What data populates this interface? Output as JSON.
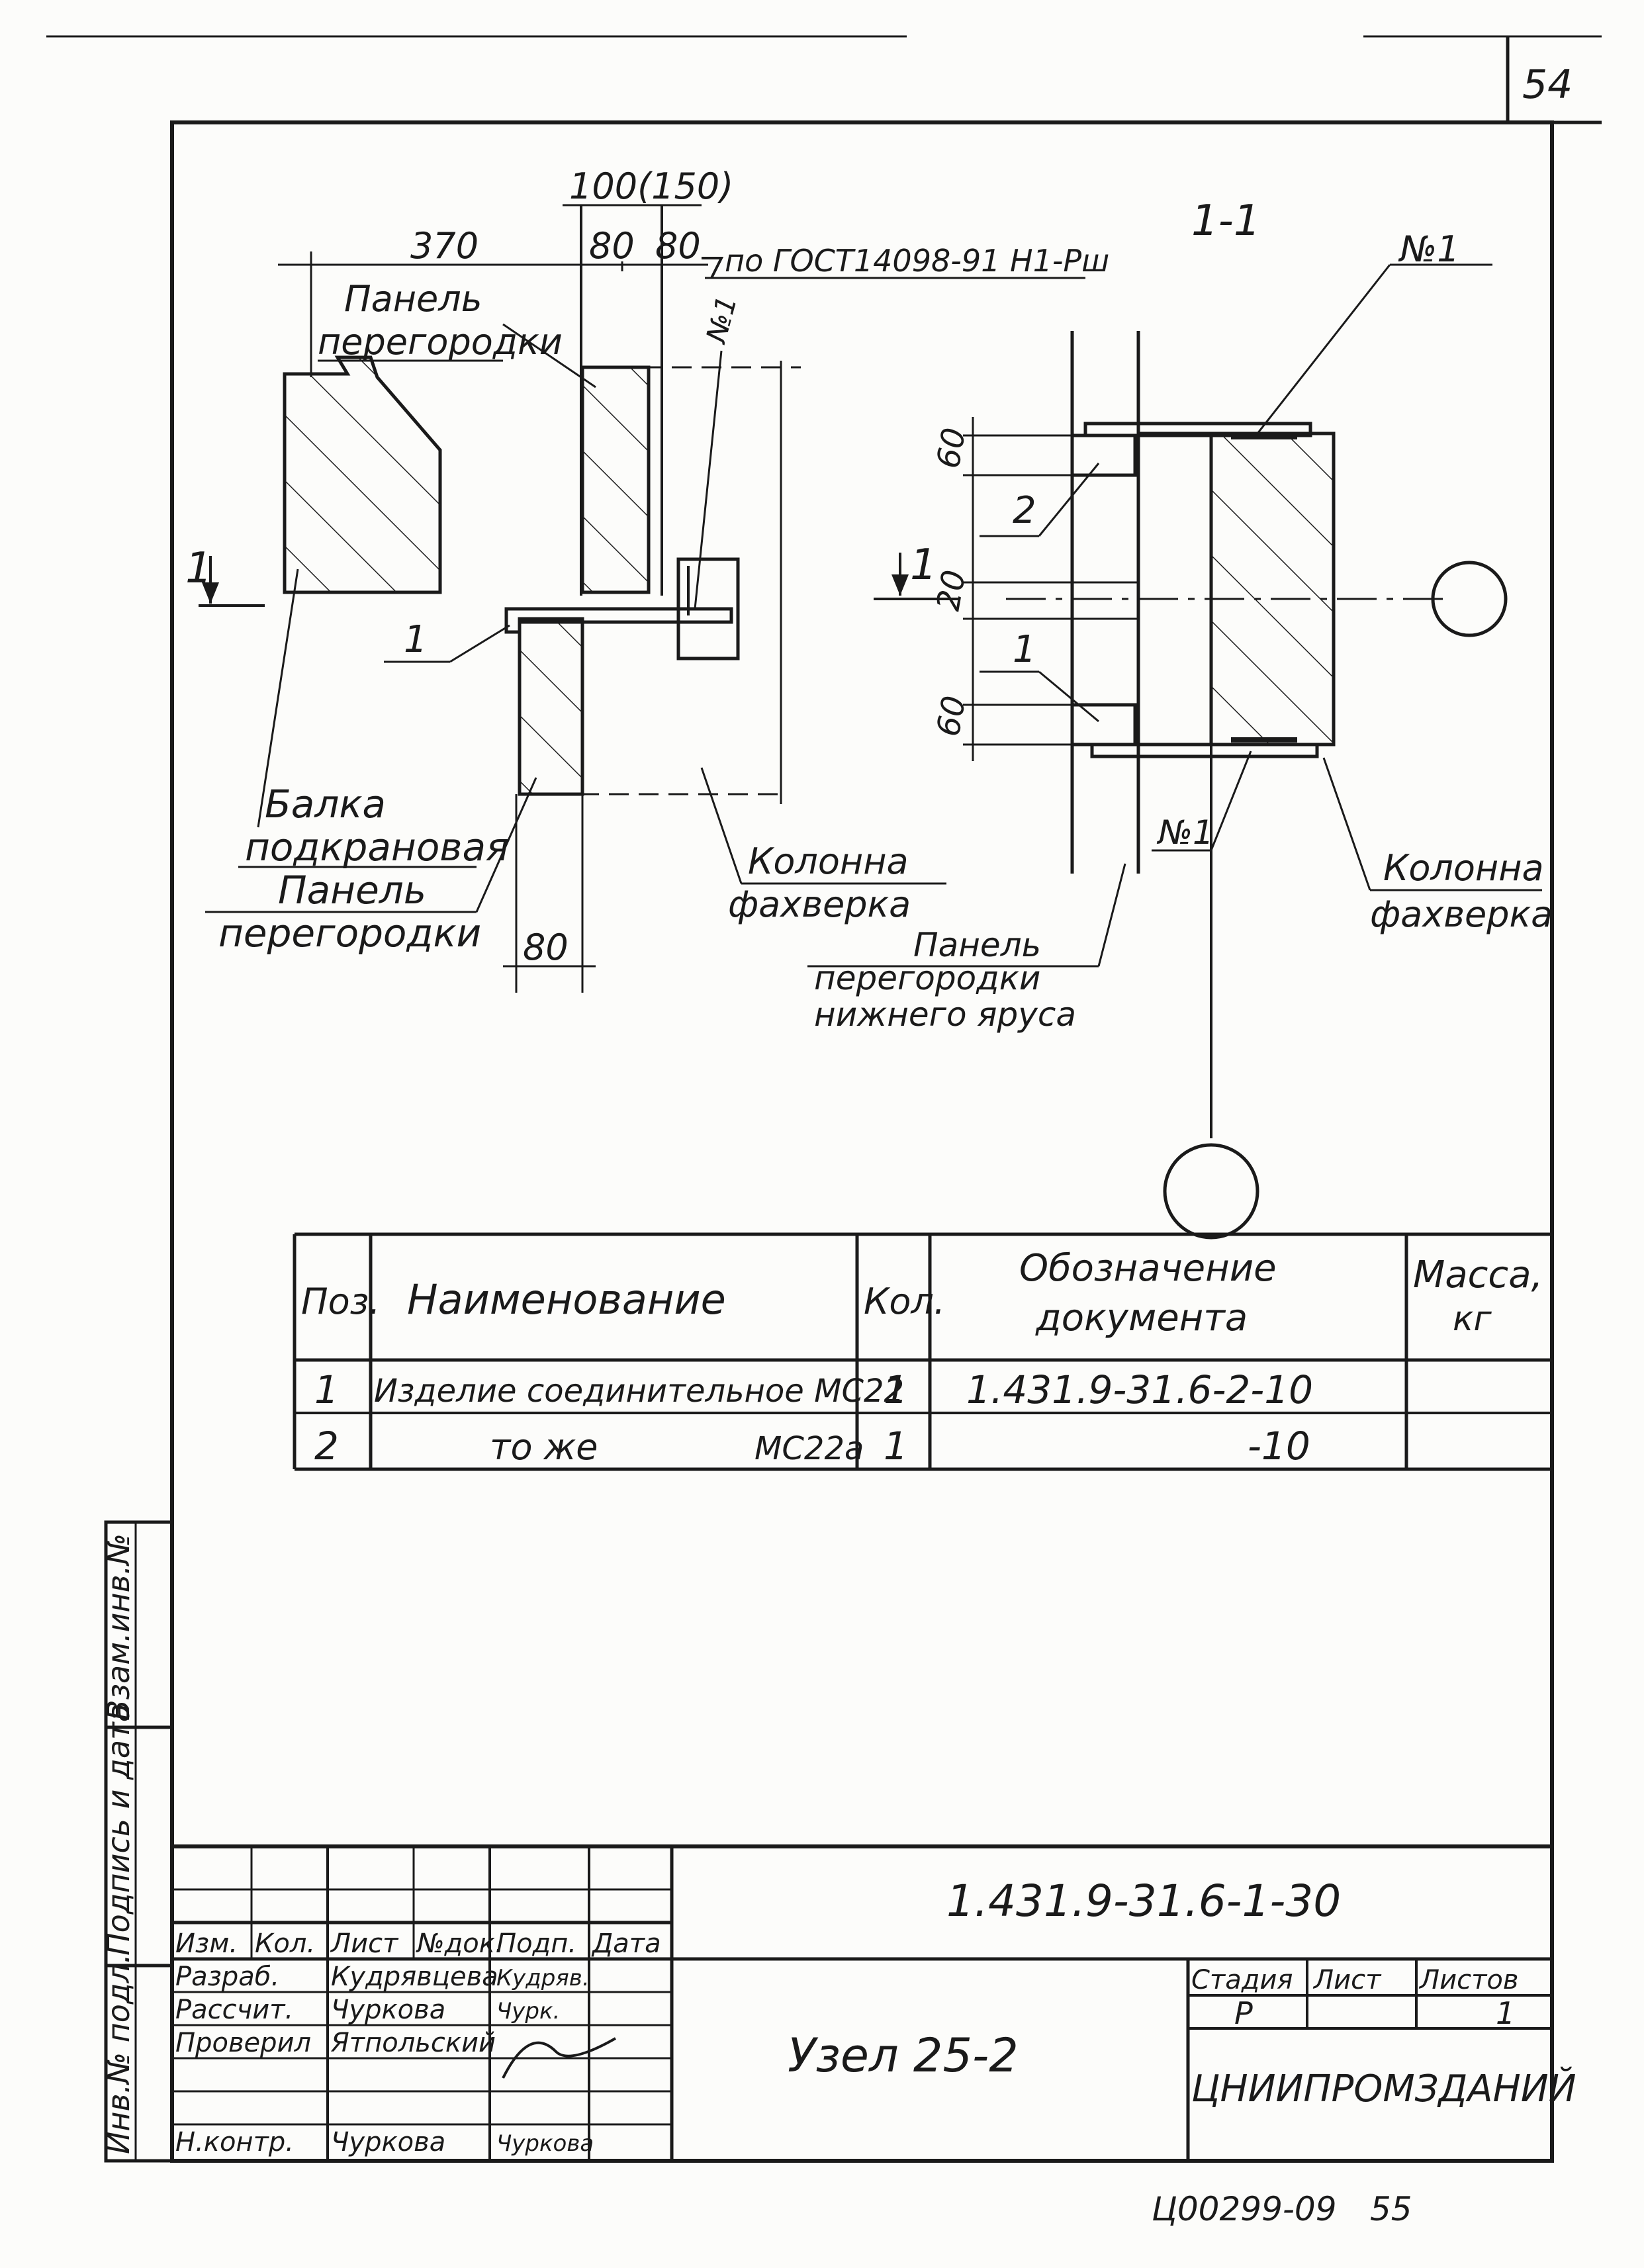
{
  "sheet_number": "54",
  "drawing": {
    "section_label": "1-1",
    "left_view": {
      "dim_100_150": "100(150)",
      "dim_370": "370",
      "dim_80_a": "80",
      "dim_80_b": "80",
      "dim_80_bottom": "80",
      "weld_note": "по ГОСТ14098-91 Н1-Рш",
      "weld_mark": "№1",
      "label_panel_top_1": "Панель",
      "label_panel_top_2": "перегородки",
      "label_beam_1": "Балка",
      "label_beam_2": "подкрановая",
      "label_panel_bottom_1": "Панель",
      "label_panel_bottom_2": "перегородки",
      "label_column_1": "Колонна",
      "label_column_2": "фахверка",
      "pos_1": "1",
      "cut_mark": "1"
    },
    "right_view": {
      "weld_mark_top": "№1",
      "weld_mark_bottom": "№1",
      "dim_60_top": "60",
      "dim_20": "20",
      "dim_60_bottom": "60",
      "pos_2": "2",
      "pos_1": "1",
      "cut_mark": "1",
      "label_column_1": "Колонна",
      "label_column_2": "фахверка",
      "label_lower_panel_1": "Панель",
      "label_lower_panel_2": "перегородки",
      "label_lower_panel_3": "нижнего яруса"
    }
  },
  "spec_table": {
    "headers": {
      "pos": "Поз.",
      "name": "Наименование",
      "qty": "Кол.",
      "doc_1": "Обозначение",
      "doc_2": "документа",
      "mass_1": "Масса,",
      "mass_2": "кг"
    },
    "rows": [
      {
        "pos": "1",
        "name": "Изделие соединительное МС22",
        "qty": "1",
        "doc": "1.431.9-31.6-2-10",
        "mass": ""
      },
      {
        "pos": "2",
        "name": "то же",
        "name_mark": "МС22а",
        "qty": "1",
        "doc": "-10",
        "mass": ""
      }
    ]
  },
  "side_stamp": {
    "cell_1": "Взам.инв.№",
    "cell_2": "Подпись и дата",
    "cell_3": "Инв.№ подл."
  },
  "title_block": {
    "doc_code": "1.431.9-31.6-1-30",
    "title": "Узел 25-2",
    "organization": "ЦНИИПРОМЗДАНИЙ",
    "col_headers": [
      "Изм.",
      "Кол.",
      "Лист",
      "№док.",
      "Подп.",
      "Дата"
    ],
    "roles": [
      {
        "role": "Разраб.",
        "name": "Кудрявцева",
        "sign": "Кудряв."
      },
      {
        "role": "Рассчит.",
        "name": "Чуркова",
        "sign": "Чурк."
      },
      {
        "role": "Проверил",
        "name": "Ятпольский",
        "sign": ""
      },
      {
        "role": "",
        "name": "",
        "sign": ""
      },
      {
        "role": "Н.контр.",
        "name": "Чуркова",
        "sign": "Чуркова"
      }
    ],
    "stage_header": "Стадия",
    "sheet_header": "Лист",
    "sheets_header": "Листов",
    "stage_value": "Р",
    "sheet_value": "",
    "sheets_value": "1"
  },
  "archive_number": "Ц00299-09",
  "page_mark": "55"
}
